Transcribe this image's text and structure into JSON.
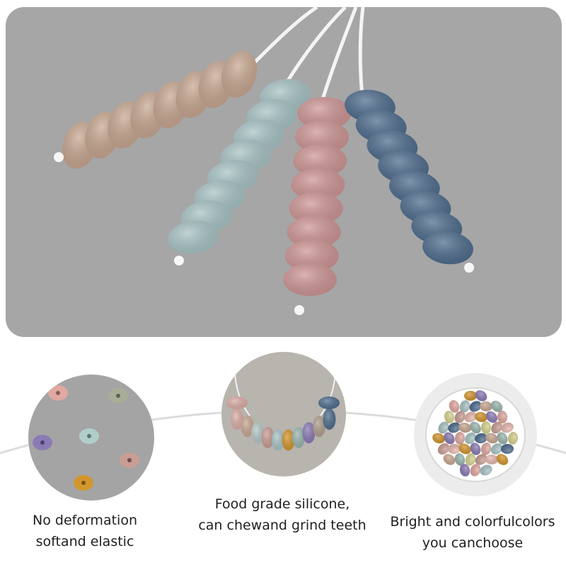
{
  "captions": [
    {
      "line1": "No deformation",
      "line2": "softand elastic"
    },
    {
      "line1": "Food grade silicone,",
      "line2": "can chewand grind teeth"
    },
    {
      "line1": "Bright and colorfulcolors",
      "line2": "you canchoose"
    }
  ],
  "colors": {
    "background": "#a6a6a6",
    "bead_beige": "#c9a892",
    "bead_mint": "#a9c4c6",
    "bead_pink": "#cf9696",
    "bead_blue": "#4f6d8e",
    "cord": "#f4f4f4"
  }
}
